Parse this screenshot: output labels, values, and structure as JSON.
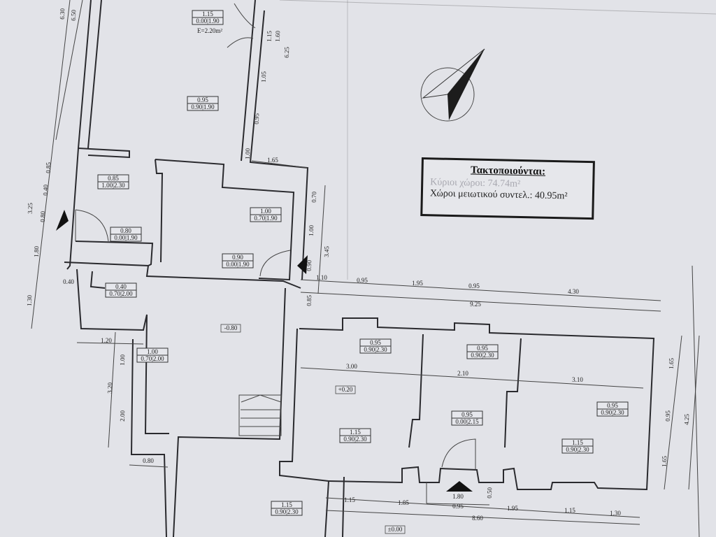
{
  "legend": {
    "title": "Τακτοποιούνται:",
    "main_area": "Κύριοι χώροι: 74.74m²",
    "auxiliary_area": "Χώροι μειωτικού συντελ.: 40.95m²"
  },
  "area_note": "E=2.20m²",
  "window_tags": [
    {
      "top": "1.15",
      "bottom": "0.00|1.90"
    },
    {
      "top": "0.95",
      "bottom": "0.90|1.90"
    },
    {
      "top": "0.85",
      "bottom": "1.00|2.30"
    },
    {
      "top": "0.80",
      "bottom": "0.00|1.90"
    },
    {
      "top": "1.00",
      "bottom": "0.70|1.90"
    },
    {
      "top": "0.90",
      "bottom": "0.00|1.90"
    },
    {
      "top": "0.40",
      "bottom": "0.70|2.00"
    },
    {
      "top": "1.00",
      "bottom": "0.70|2.00"
    },
    {
      "top": "0.95",
      "bottom": "0.90|2.30"
    },
    {
      "top": "0.95",
      "bottom": "0.90|2.30"
    },
    {
      "top": "0.95",
      "bottom": "0.00|2.15"
    },
    {
      "top": "0.95",
      "bottom": "0.90|2.30"
    },
    {
      "top": "1.15",
      "bottom": "0.90|2.30"
    },
    {
      "top": "1.15",
      "bottom": "0.90|2.30"
    },
    {
      "top": "1.15",
      "bottom": "0.90|2.30"
    }
  ],
  "levels": [
    "-0.80",
    "+0.20",
    "±0.00"
  ],
  "dims_h": [
    "1.65",
    "0.40",
    "1.10",
    "0.95",
    "1.95",
    "0.95",
    "4.30",
    "9.25",
    "3.00",
    "2.10",
    "3.10",
    "1.20",
    "0.80",
    "1.80",
    "1.15",
    "1.85",
    "0.95",
    "1.95",
    "1.15",
    "1.30",
    "8.60"
  ],
  "dims_v": [
    "6.30",
    "6.50",
    "0.85",
    "0.40",
    "3.25",
    "0.80",
    "1.80",
    "0.70",
    "1.00",
    "3.45",
    "0.90",
    "0.85",
    "1.15",
    "1.60",
    "6.25",
    "1.05",
    "0.95",
    "1.00",
    "1.65",
    "0.95",
    "4.25",
    "1.65",
    "1.00",
    "3.20",
    "2.00",
    "0.50",
    "1.30"
  ]
}
